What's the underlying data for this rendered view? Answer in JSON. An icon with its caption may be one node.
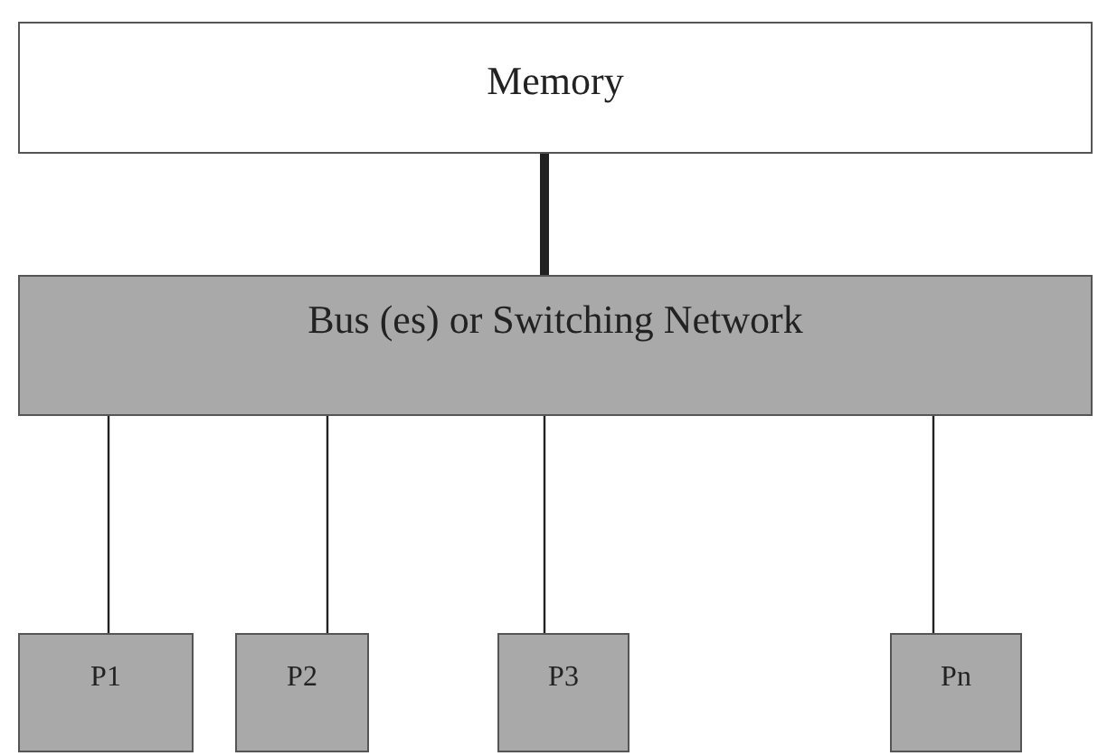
{
  "diagram": {
    "nodes": [
      {
        "text": [
          "Memory"
        ]
      },
      {
        "text": [
          "Bus (es) or Switching Network"
        ]
      },
      {
        "text": [
          "P1"
        ]
      },
      {
        "text": [
          "P2"
        ]
      },
      {
        "text": [
          "P3"
        ]
      },
      {
        "text": [
          "Pn"
        ]
      }
    ],
    "edges": [
      {
        "from": 0,
        "to": 1,
        "arrow": "none",
        "style": "thick"
      },
      {
        "from": 1,
        "to": 2,
        "arrow": "none"
      },
      {
        "from": 1,
        "to": 3,
        "arrow": "none"
      },
      {
        "from": 1,
        "to": 4,
        "arrow": "none"
      },
      {
        "from": 1,
        "to": 5,
        "arrow": "none"
      }
    ]
  }
}
